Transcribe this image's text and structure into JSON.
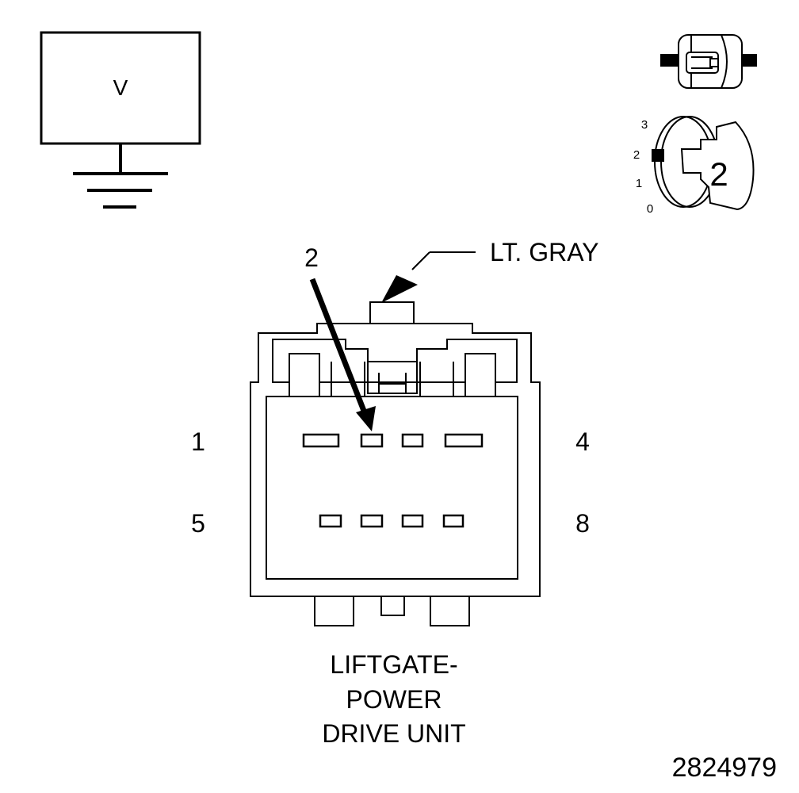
{
  "meter": {
    "label": "V"
  },
  "ignition": {
    "positions": [
      "3",
      "2",
      "1",
      "0"
    ],
    "key_position": "2"
  },
  "connector": {
    "wire_color": "LT. GRAY",
    "probe_pin": "2",
    "pin_labels": {
      "top_left": "1",
      "top_right": "4",
      "bottom_left": "5",
      "bottom_right": "8"
    },
    "component_name": [
      "LIFTGATE-",
      "POWER",
      "DRIVE UNIT"
    ]
  },
  "figure_id": "2824979"
}
